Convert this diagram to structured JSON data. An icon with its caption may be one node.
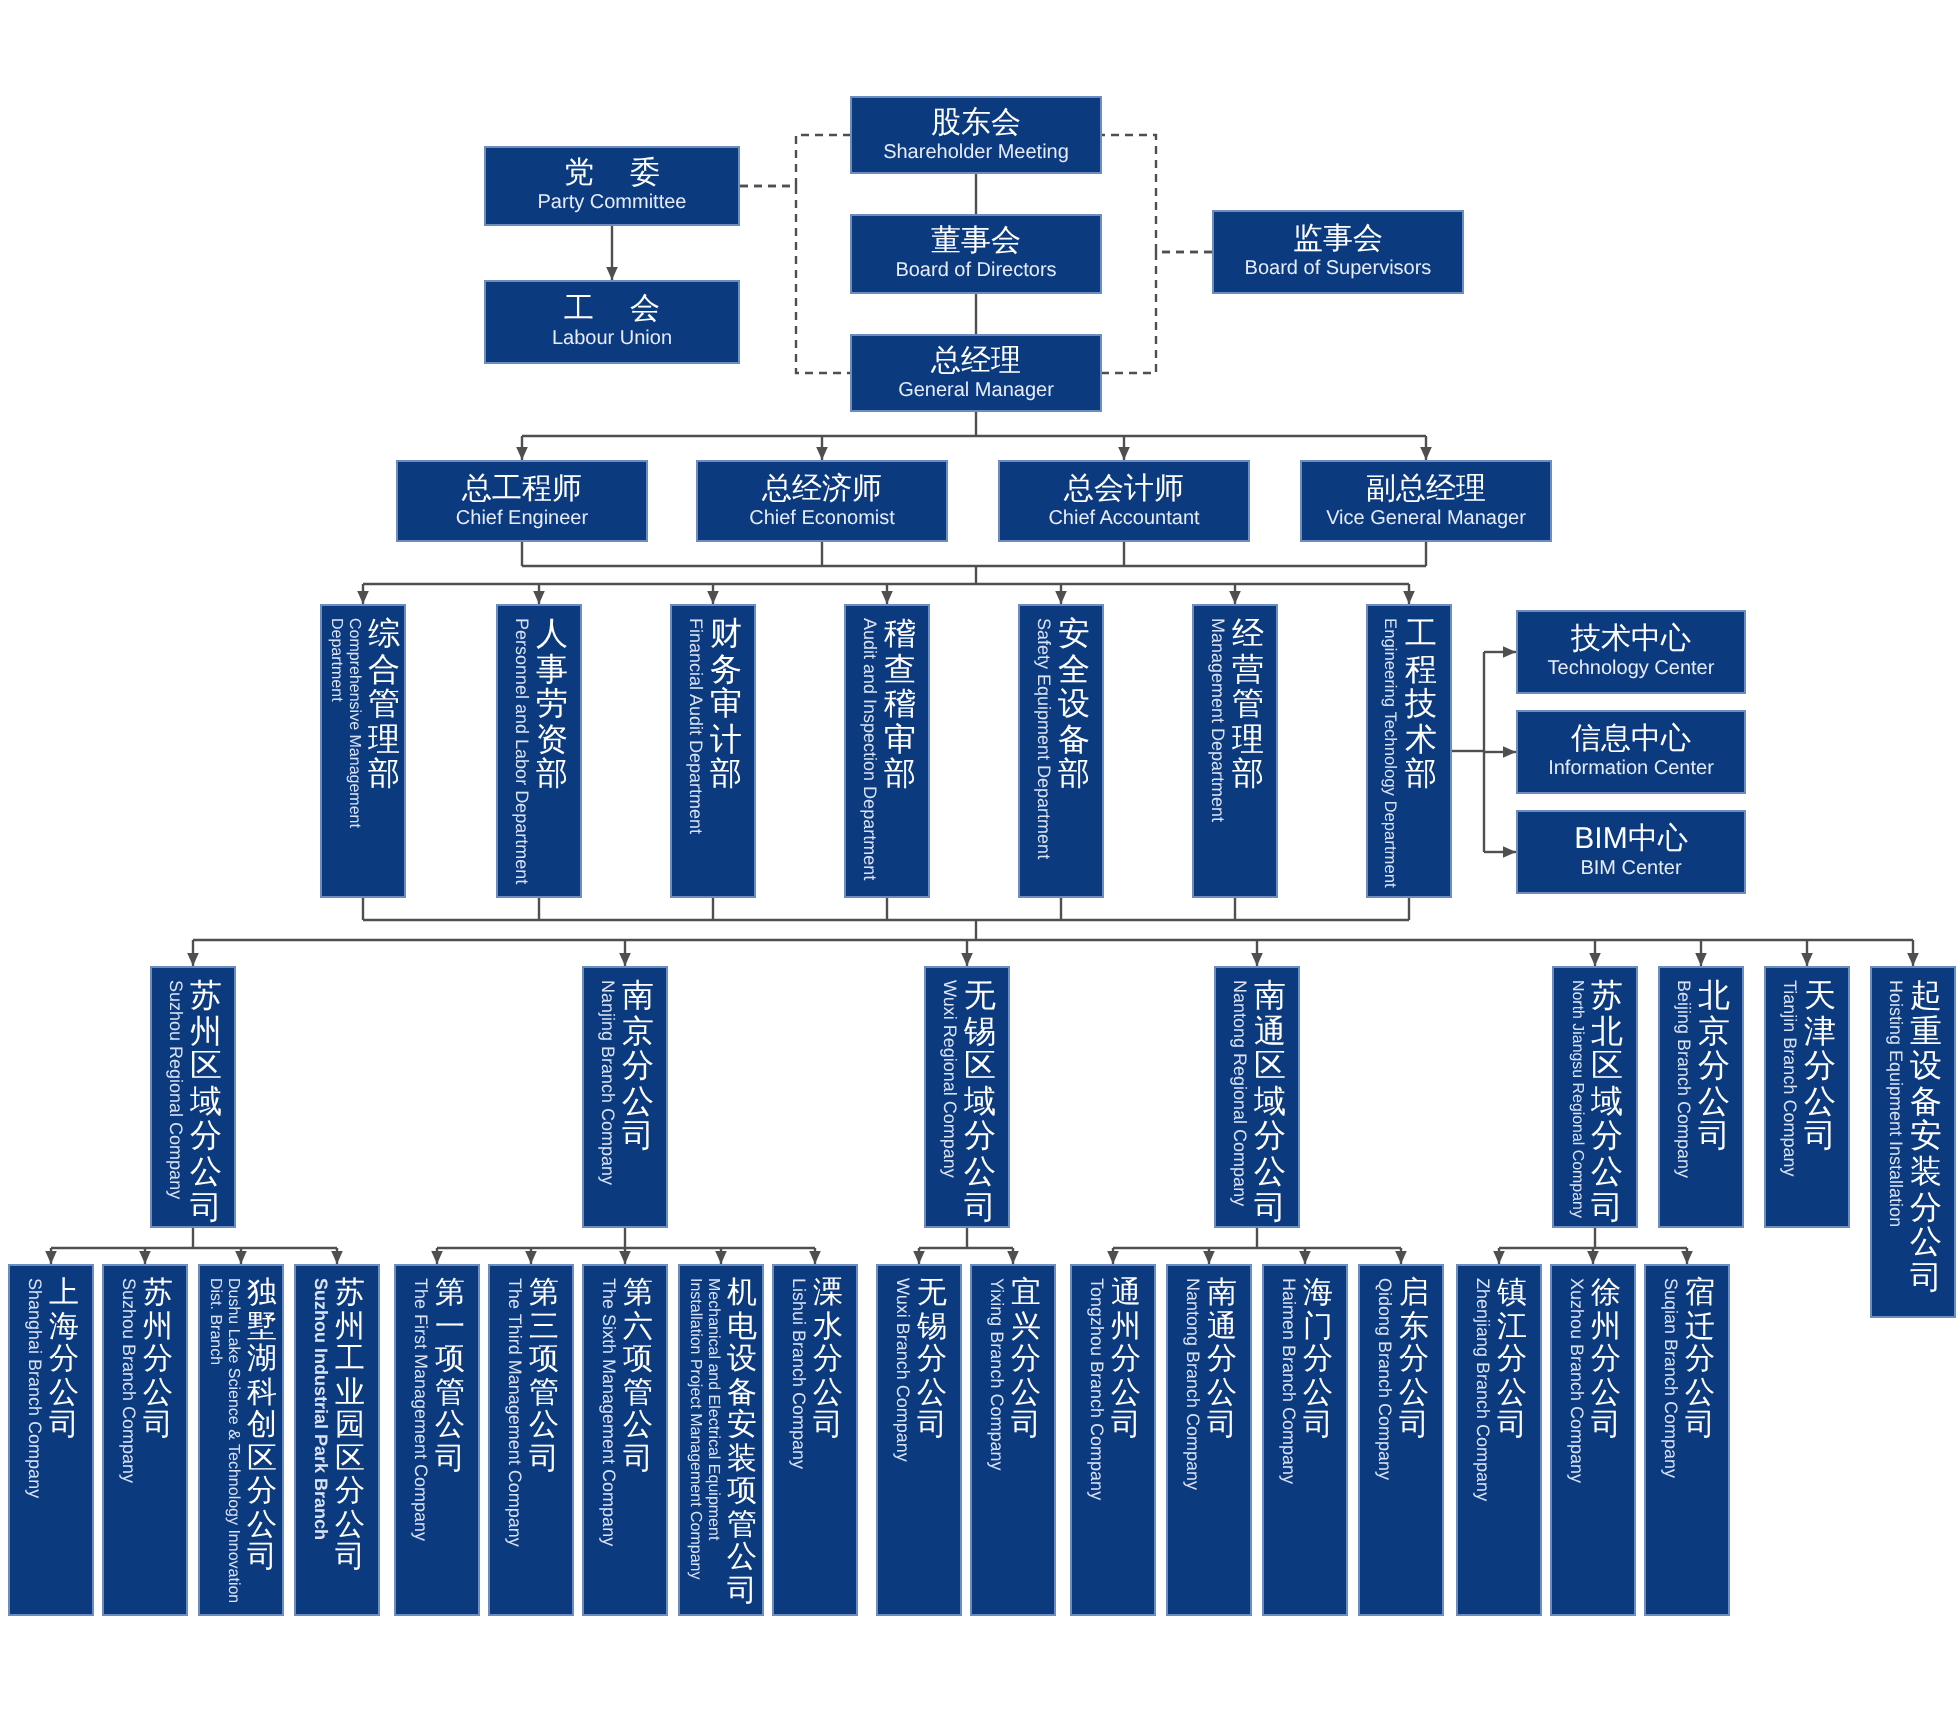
{
  "diagram": {
    "nodes": [
      {
        "text": [
          "股东会",
          "Shareholder Meeting"
        ]
      },
      {
        "text": [
          "党 委",
          "Party Committee"
        ]
      },
      {
        "text": [
          "董事会",
          "Board of Directors"
        ]
      },
      {
        "text": [
          "监事会",
          "Board of Supervisors"
        ]
      },
      {
        "text": [
          "工 会",
          "Labour Union"
        ]
      },
      {
        "text": [
          "总经理",
          "General Manager"
        ]
      },
      {
        "text": [
          "总工程师",
          "Chief Engineer"
        ]
      },
      {
        "text": [
          "总经济师",
          "Chief Economist"
        ]
      },
      {
        "text": [
          "总会计师",
          "Chief Accountant"
        ]
      },
      {
        "text": [
          "副总经理",
          "Vice General Manager"
        ]
      },
      {
        "text": [
          "综合管理部",
          "Comprehensive Management Department"
        ]
      },
      {
        "text": [
          "人事劳资部",
          "Personnel and Labor Department"
        ]
      },
      {
        "text": [
          "财务审计部",
          "Financial Audit Department"
        ]
      },
      {
        "text": [
          "稽查稽审部",
          "Audit and Inspection Department"
        ]
      },
      {
        "text": [
          "安全设备部",
          "Safety Equipment Department"
        ]
      },
      {
        "text": [
          "经营管理部",
          "Management Department"
        ]
      },
      {
        "text": [
          "工程技术部",
          "Engineering Technology Department"
        ]
      },
      {
        "text": [
          "技术中心",
          "Technology Center"
        ]
      },
      {
        "text": [
          "信息中心",
          "Information Center"
        ]
      },
      {
        "text": [
          "BIM中心",
          "BIM Center"
        ]
      },
      {
        "text": [
          "苏州区域分公司",
          "Suzhou Regional Company"
        ]
      },
      {
        "text": [
          "南京分公司",
          "Nanjing Branch Company"
        ]
      },
      {
        "text": [
          "无锡区域分公司",
          "Wuxi Regional Company"
        ]
      },
      {
        "text": [
          "南通区域分公司",
          "Nantong Regional Company"
        ]
      },
      {
        "text": [
          "苏北区域分公司",
          "North Jiangsu Regional Company"
        ]
      },
      {
        "text": [
          "北京分公司",
          "Beijing Branch Company"
        ]
      },
      {
        "text": [
          "天津分公司",
          "Tianjin Branch Company"
        ]
      },
      {
        "text": [
          "起重设备安装分公司",
          "Hoisting Equipment Installation"
        ]
      },
      {
        "text": [
          "上海分公司",
          "Shanghai Branch Company"
        ]
      },
      {
        "text": [
          "苏州分公司",
          "Suzhou Branch Company"
        ]
      },
      {
        "text": [
          "独墅湖科创区分公司",
          "Dushu Lake Science & Technology Innovation Dist. Branch"
        ]
      },
      {
        "text": [
          "苏州工业园区分公司",
          "Suzhou Industrial Park Branch"
        ]
      },
      {
        "text": [
          "第一项管公司",
          "The First Management Company"
        ]
      },
      {
        "text": [
          "第三项管公司",
          "The Third Management Company"
        ]
      },
      {
        "text": [
          "第六项管公司",
          "The Sixth Management Company"
        ]
      },
      {
        "text": [
          "机电设备安装项管公司",
          "Mechanical and Electrical Equipment Installation Project Management Company"
        ]
      },
      {
        "text": [
          "溧水分公司",
          "Lishui Branch Company"
        ]
      },
      {
        "text": [
          "无锡分公司",
          "Wuxi Branch Company"
        ]
      },
      {
        "text": [
          "宜兴分公司",
          "Yixing Branch Company"
        ]
      },
      {
        "text": [
          "通州分公司",
          "Tongzhou Branch Company"
        ]
      },
      {
        "text": [
          "南通分公司",
          "Nantong Branch Company"
        ]
      },
      {
        "text": [
          "海门分公司",
          "Haimen Branch Company"
        ]
      },
      {
        "text": [
          "启东分公司",
          "Qidong Branch Company"
        ]
      },
      {
        "text": [
          "镇江分公司",
          "Zhenjiang Branch Company"
        ]
      },
      {
        "text": [
          "徐州分公司",
          "Xuzhou Branch Company"
        ]
      },
      {
        "text": [
          "宿迁分公司",
          "Suqian Branch Company"
        ]
      }
    ],
    "edges": [
      {
        "from": 0,
        "to": 2,
        "arrow": "none"
      },
      {
        "from": 2,
        "to": 5,
        "arrow": "none"
      },
      {
        "from": 1,
        "to": 4,
        "arrow": "to"
      },
      {
        "from": 1,
        "to": 0,
        "arrow": "none",
        "style": "dashed"
      },
      {
        "from": 1,
        "to": 5,
        "arrow": "none",
        "style": "dashed"
      },
      {
        "from": 3,
        "to": 0,
        "arrow": "none",
        "style": "dashed"
      },
      {
        "from": 3,
        "to": 5,
        "arrow": "none",
        "style": "dashed"
      },
      {
        "from": 5,
        "to": 6,
        "arrow": "to"
      },
      {
        "from": 5,
        "to": 7,
        "arrow": "to"
      },
      {
        "from": 5,
        "to": 8,
        "arrow": "to"
      },
      {
        "from": 5,
        "to": 9,
        "arrow": "to"
      },
      {
        "from": 6,
        "to": 10,
        "arrow": "to"
      },
      {
        "from": 6,
        "to": 11,
        "arrow": "to"
      },
      {
        "from": 6,
        "to": 12,
        "arrow": "to"
      },
      {
        "from": 6,
        "to": 13,
        "arrow": "to"
      },
      {
        "from": 6,
        "to": 14,
        "arrow": "to"
      },
      {
        "from": 6,
        "to": 15,
        "arrow": "to"
      },
      {
        "from": 6,
        "to": 16,
        "arrow": "to"
      },
      {
        "from": 7,
        "to": 10,
        "arrow": "to"
      },
      {
        "from": 7,
        "to": 11,
        "arrow": "to"
      },
      {
        "from": 7,
        "to": 12,
        "arrow": "to"
      },
      {
        "from": 7,
        "to": 13,
        "arrow": "to"
      },
      {
        "from": 7,
        "to": 14,
        "arrow": "to"
      },
      {
        "from": 7,
        "to": 15,
        "arrow": "to"
      },
      {
        "from": 7,
        "to": 16,
        "arrow": "to"
      },
      {
        "from": 8,
        "to": 10,
        "arrow": "to"
      },
      {
        "from": 8,
        "to": 11,
        "arrow": "to"
      },
      {
        "from": 8,
        "to": 12,
        "arrow": "to"
      },
      {
        "from": 8,
        "to": 13,
        "arrow": "to"
      },
      {
        "from": 8,
        "to": 14,
        "arrow": "to"
      },
      {
        "from": 8,
        "to": 15,
        "arrow": "to"
      },
      {
        "from": 8,
        "to": 16,
        "arrow": "to"
      },
      {
        "from": 9,
        "to": 10,
        "arrow": "to"
      },
      {
        "from": 9,
        "to": 11,
        "arrow": "to"
      },
      {
        "from": 9,
        "to": 12,
        "arrow": "to"
      },
      {
        "from": 9,
        "to": 13,
        "arrow": "to"
      },
      {
        "from": 9,
        "to": 14,
        "arrow": "to"
      },
      {
        "from": 9,
        "to": 15,
        "arrow": "to"
      },
      {
        "from": 9,
        "to": 16,
        "arrow": "to"
      },
      {
        "from": 16,
        "to": 17,
        "arrow": "to"
      },
      {
        "from": 16,
        "to": 18,
        "arrow": "to"
      },
      {
        "from": 16,
        "to": 19,
        "arrow": "to"
      },
      {
        "from": 10,
        "to": 20,
        "arrow": "to"
      },
      {
        "from": 10,
        "to": 21,
        "arrow": "to"
      },
      {
        "from": 10,
        "to": 22,
        "arrow": "to"
      },
      {
        "from": 10,
        "to": 23,
        "arrow": "to"
      },
      {
        "from": 10,
        "to": 24,
        "arrow": "to"
      },
      {
        "from": 10,
        "to": 25,
        "arrow": "to"
      },
      {
        "from": 10,
        "to": 26,
        "arrow": "to"
      },
      {
        "from": 10,
        "to": 27,
        "arrow": "to"
      },
      {
        "from": 11,
        "to": 20,
        "arrow": "to"
      },
      {
        "from": 11,
        "to": 21,
        "arrow": "to"
      },
      {
        "from": 11,
        "to": 22,
        "arrow": "to"
      },
      {
        "from": 11,
        "to": 23,
        "arrow": "to"
      },
      {
        "from": 11,
        "to": 24,
        "arrow": "to"
      },
      {
        "from": 11,
        "to": 25,
        "arrow": "to"
      },
      {
        "from": 11,
        "to": 26,
        "arrow": "to"
      },
      {
        "from": 11,
        "to": 27,
        "arrow": "to"
      },
      {
        "from": 12,
        "to": 20,
        "arrow": "to"
      },
      {
        "from": 12,
        "to": 21,
        "arrow": "to"
      },
      {
        "from": 12,
        "to": 22,
        "arrow": "to"
      },
      {
        "from": 12,
        "to": 23,
        "arrow": "to"
      },
      {
        "from": 12,
        "to": 24,
        "arrow": "to"
      },
      {
        "from": 12,
        "to": 25,
        "arrow": "to"
      },
      {
        "from": 12,
        "to": 26,
        "arrow": "to"
      },
      {
        "from": 12,
        "to": 27,
        "arrow": "to"
      },
      {
        "from": 13,
        "to": 20,
        "arrow": "to"
      },
      {
        "from": 13,
        "to": 21,
        "arrow": "to"
      },
      {
        "from": 13,
        "to": 22,
        "arrow": "to"
      },
      {
        "from": 13,
        "to": 23,
        "arrow": "to"
      },
      {
        "from": 13,
        "to": 24,
        "arrow": "to"
      },
      {
        "from": 13,
        "to": 25,
        "arrow": "to"
      },
      {
        "from": 13,
        "to": 26,
        "arrow": "to"
      },
      {
        "from": 13,
        "to": 27,
        "arrow": "to"
      },
      {
        "from": 14,
        "to": 20,
        "arrow": "to"
      },
      {
        "from": 14,
        "to": 21,
        "arrow": "to"
      },
      {
        "from": 14,
        "to": 22,
        "arrow": "to"
      },
      {
        "from": 14,
        "to": 23,
        "arrow": "to"
      },
      {
        "from": 14,
        "to": 24,
        "arrow": "to"
      },
      {
        "from": 14,
        "to": 25,
        "arrow": "to"
      },
      {
        "from": 14,
        "to": 26,
        "arrow": "to"
      },
      {
        "from": 14,
        "to": 27,
        "arrow": "to"
      },
      {
        "from": 15,
        "to": 20,
        "arrow": "to"
      },
      {
        "from": 15,
        "to": 21,
        "arrow": "to"
      },
      {
        "from": 15,
        "to": 22,
        "arrow": "to"
      },
      {
        "from": 15,
        "to": 23,
        "arrow": "to"
      },
      {
        "from": 15,
        "to": 24,
        "arrow": "to"
      },
      {
        "from": 15,
        "to": 25,
        "arrow": "to"
      },
      {
        "from": 15,
        "to": 26,
        "arrow": "to"
      },
      {
        "from": 15,
        "to": 27,
        "arrow": "to"
      },
      {
        "from": 16,
        "to": 20,
        "arrow": "to"
      },
      {
        "from": 16,
        "to": 21,
        "arrow": "to"
      },
      {
        "from": 16,
        "to": 22,
        "arrow": "to"
      },
      {
        "from": 16,
        "to": 23,
        "arrow": "to"
      },
      {
        "from": 16,
        "to": 24,
        "arrow": "to"
      },
      {
        "from": 16,
        "to": 25,
        "arrow": "to"
      },
      {
        "from": 16,
        "to": 26,
        "arrow": "to"
      },
      {
        "from": 16,
        "to": 27,
        "arrow": "to"
      },
      {
        "from": 20,
        "to": 28,
        "arrow": "to"
      },
      {
        "from": 20,
        "to": 29,
        "arrow": "to"
      },
      {
        "from": 20,
        "to": 30,
        "arrow": "to"
      },
      {
        "from": 20,
        "to": 31,
        "arrow": "to"
      },
      {
        "from": 21,
        "to": 32,
        "arrow": "to"
      },
      {
        "from": 21,
        "to": 33,
        "arrow": "to"
      },
      {
        "from": 21,
        "to": 34,
        "arrow": "to"
      },
      {
        "from": 21,
        "to": 35,
        "arrow": "to"
      },
      {
        "from": 21,
        "to": 36,
        "arrow": "to"
      },
      {
        "from": 22,
        "to": 37,
        "arrow": "to"
      },
      {
        "from": 22,
        "to": 38,
        "arrow": "to"
      },
      {
        "from": 23,
        "to": 39,
        "arrow": "to"
      },
      {
        "from": 23,
        "to": 40,
        "arrow": "to"
      },
      {
        "from": 23,
        "to": 41,
        "arrow": "to"
      },
      {
        "from": 23,
        "to": 42,
        "arrow": "to"
      },
      {
        "from": 24,
        "to": 43,
        "arrow": "to"
      },
      {
        "from": 24,
        "to": 44,
        "arrow": "to"
      },
      {
        "from": 24,
        "to": 45,
        "arrow": "to"
      }
    ]
  }
}
